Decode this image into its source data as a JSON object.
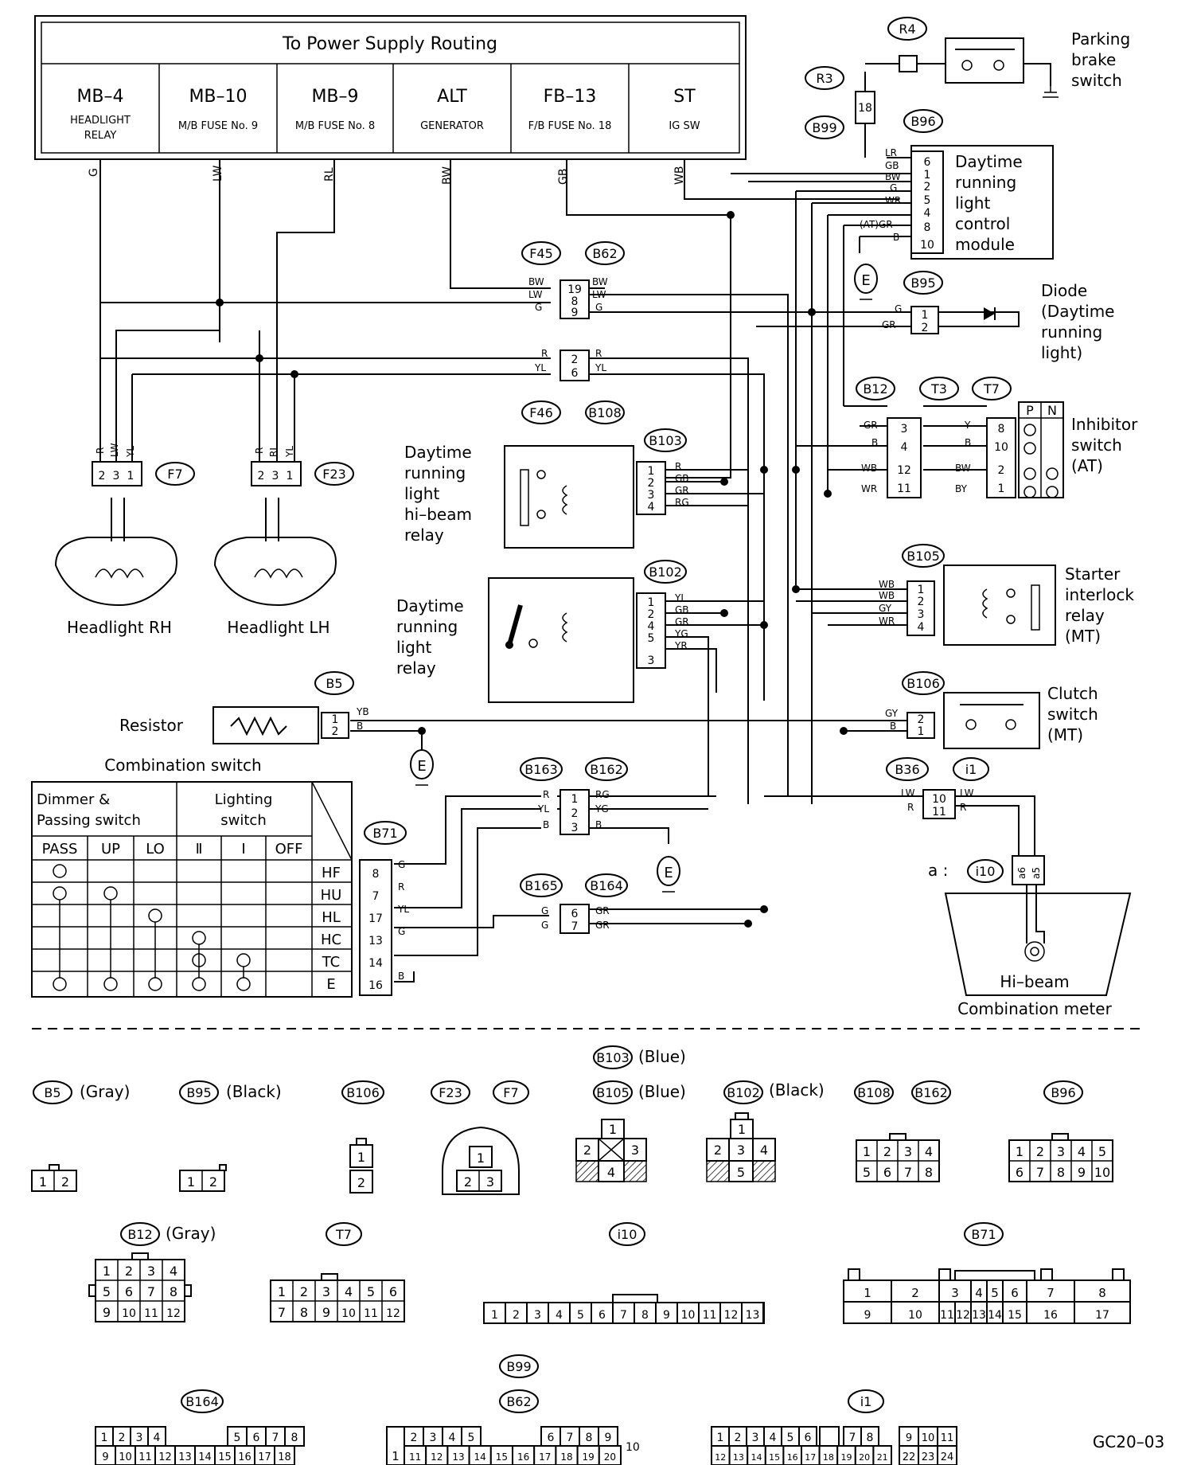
{
  "power_routing": {
    "title": "To Power Supply Routing",
    "cells": [
      {
        "id": "MB–4",
        "desc": "HEADLIGHT",
        "desc2": "RELAY",
        "wire": "G"
      },
      {
        "id": "MB–10",
        "desc": "M/B FUSE No. 9",
        "desc2": "",
        "wire": "LW"
      },
      {
        "id": "MB–9",
        "desc": "M/B FUSE No. 8",
        "desc2": "",
        "wire": "RL"
      },
      {
        "id": "ALT",
        "desc": "GENERATOR",
        "desc2": "",
        "wire": "BW"
      },
      {
        "id": "FB–13",
        "desc": "F/B FUSE No. 18",
        "desc2": "",
        "wire": "GB"
      },
      {
        "id": "ST",
        "desc": "IG SW",
        "desc2": "",
        "wire": "WB"
      }
    ]
  },
  "components": {
    "parking_brake": [
      "Parking",
      "brake",
      "switch"
    ],
    "drl_module": [
      "Daytime",
      "running",
      "light",
      "control",
      "module"
    ],
    "diode": [
      "Diode",
      "(Daytime",
      "running",
      "light)"
    ],
    "inhibitor": [
      "Inhibitor",
      "switch",
      "(AT)"
    ],
    "hibeam_relay": [
      "Daytime",
      "running",
      "light",
      "hi–beam",
      "relay"
    ],
    "drl_relay": [
      "Daytime",
      "running",
      "light",
      "relay"
    ],
    "starter_interlock": [
      "Starter",
      "interlock",
      "relay",
      "(MT)"
    ],
    "clutch": [
      "Clutch",
      "switch",
      "(MT)"
    ],
    "headlight_rh": "Headlight RH",
    "headlight_lh": "Headlight LH",
    "resistor": "Resistor",
    "combination_switch": "Combination switch",
    "hibeam": "Hi–beam",
    "combination_meter": "Combination meter",
    "meter_prefix": "a :",
    "ground": "E"
  },
  "connectors": {
    "R4": "R4",
    "R3": "R3",
    "B99": "B99",
    "B96": "B96",
    "F45": "F45",
    "B62": "B62",
    "B95": "B95",
    "F46": "F46",
    "B108": "B108",
    "F7": "F7",
    "F23": "F23",
    "B12": "B12",
    "T3": "T3",
    "T7": "T7",
    "B103": "B103",
    "B102": "B102",
    "B105": "B105",
    "B106": "B106",
    "B5": "B5",
    "B163": "B163",
    "B162": "B162",
    "B71": "B71",
    "B165": "B165",
    "B164": "B164",
    "B36": "B36",
    "i1": "i1",
    "i10": "i10"
  },
  "combo_table": {
    "dimmer_title": [
      "Dimmer &",
      "Passing switch"
    ],
    "lighting_title": [
      "Lighting",
      "switch"
    ],
    "columns": [
      "PASS",
      "UP",
      "LO",
      "Ⅱ",
      "Ⅰ",
      "OFF"
    ],
    "rows": [
      "HF",
      "HU",
      "HL",
      "HC",
      "TC",
      "E"
    ],
    "pins": [
      "8",
      "7",
      "17",
      "13",
      "14",
      "16"
    ],
    "wires": [
      "G",
      "R",
      "YL",
      "G",
      "",
      "B"
    ]
  },
  "legend": {
    "B5": "(Gray)",
    "B95": "(Black)",
    "B103": "(Blue)",
    "B105": "(Blue)",
    "B102": "(Black)",
    "B12": "(Gray)"
  },
  "figure_code": "GC20–03"
}
